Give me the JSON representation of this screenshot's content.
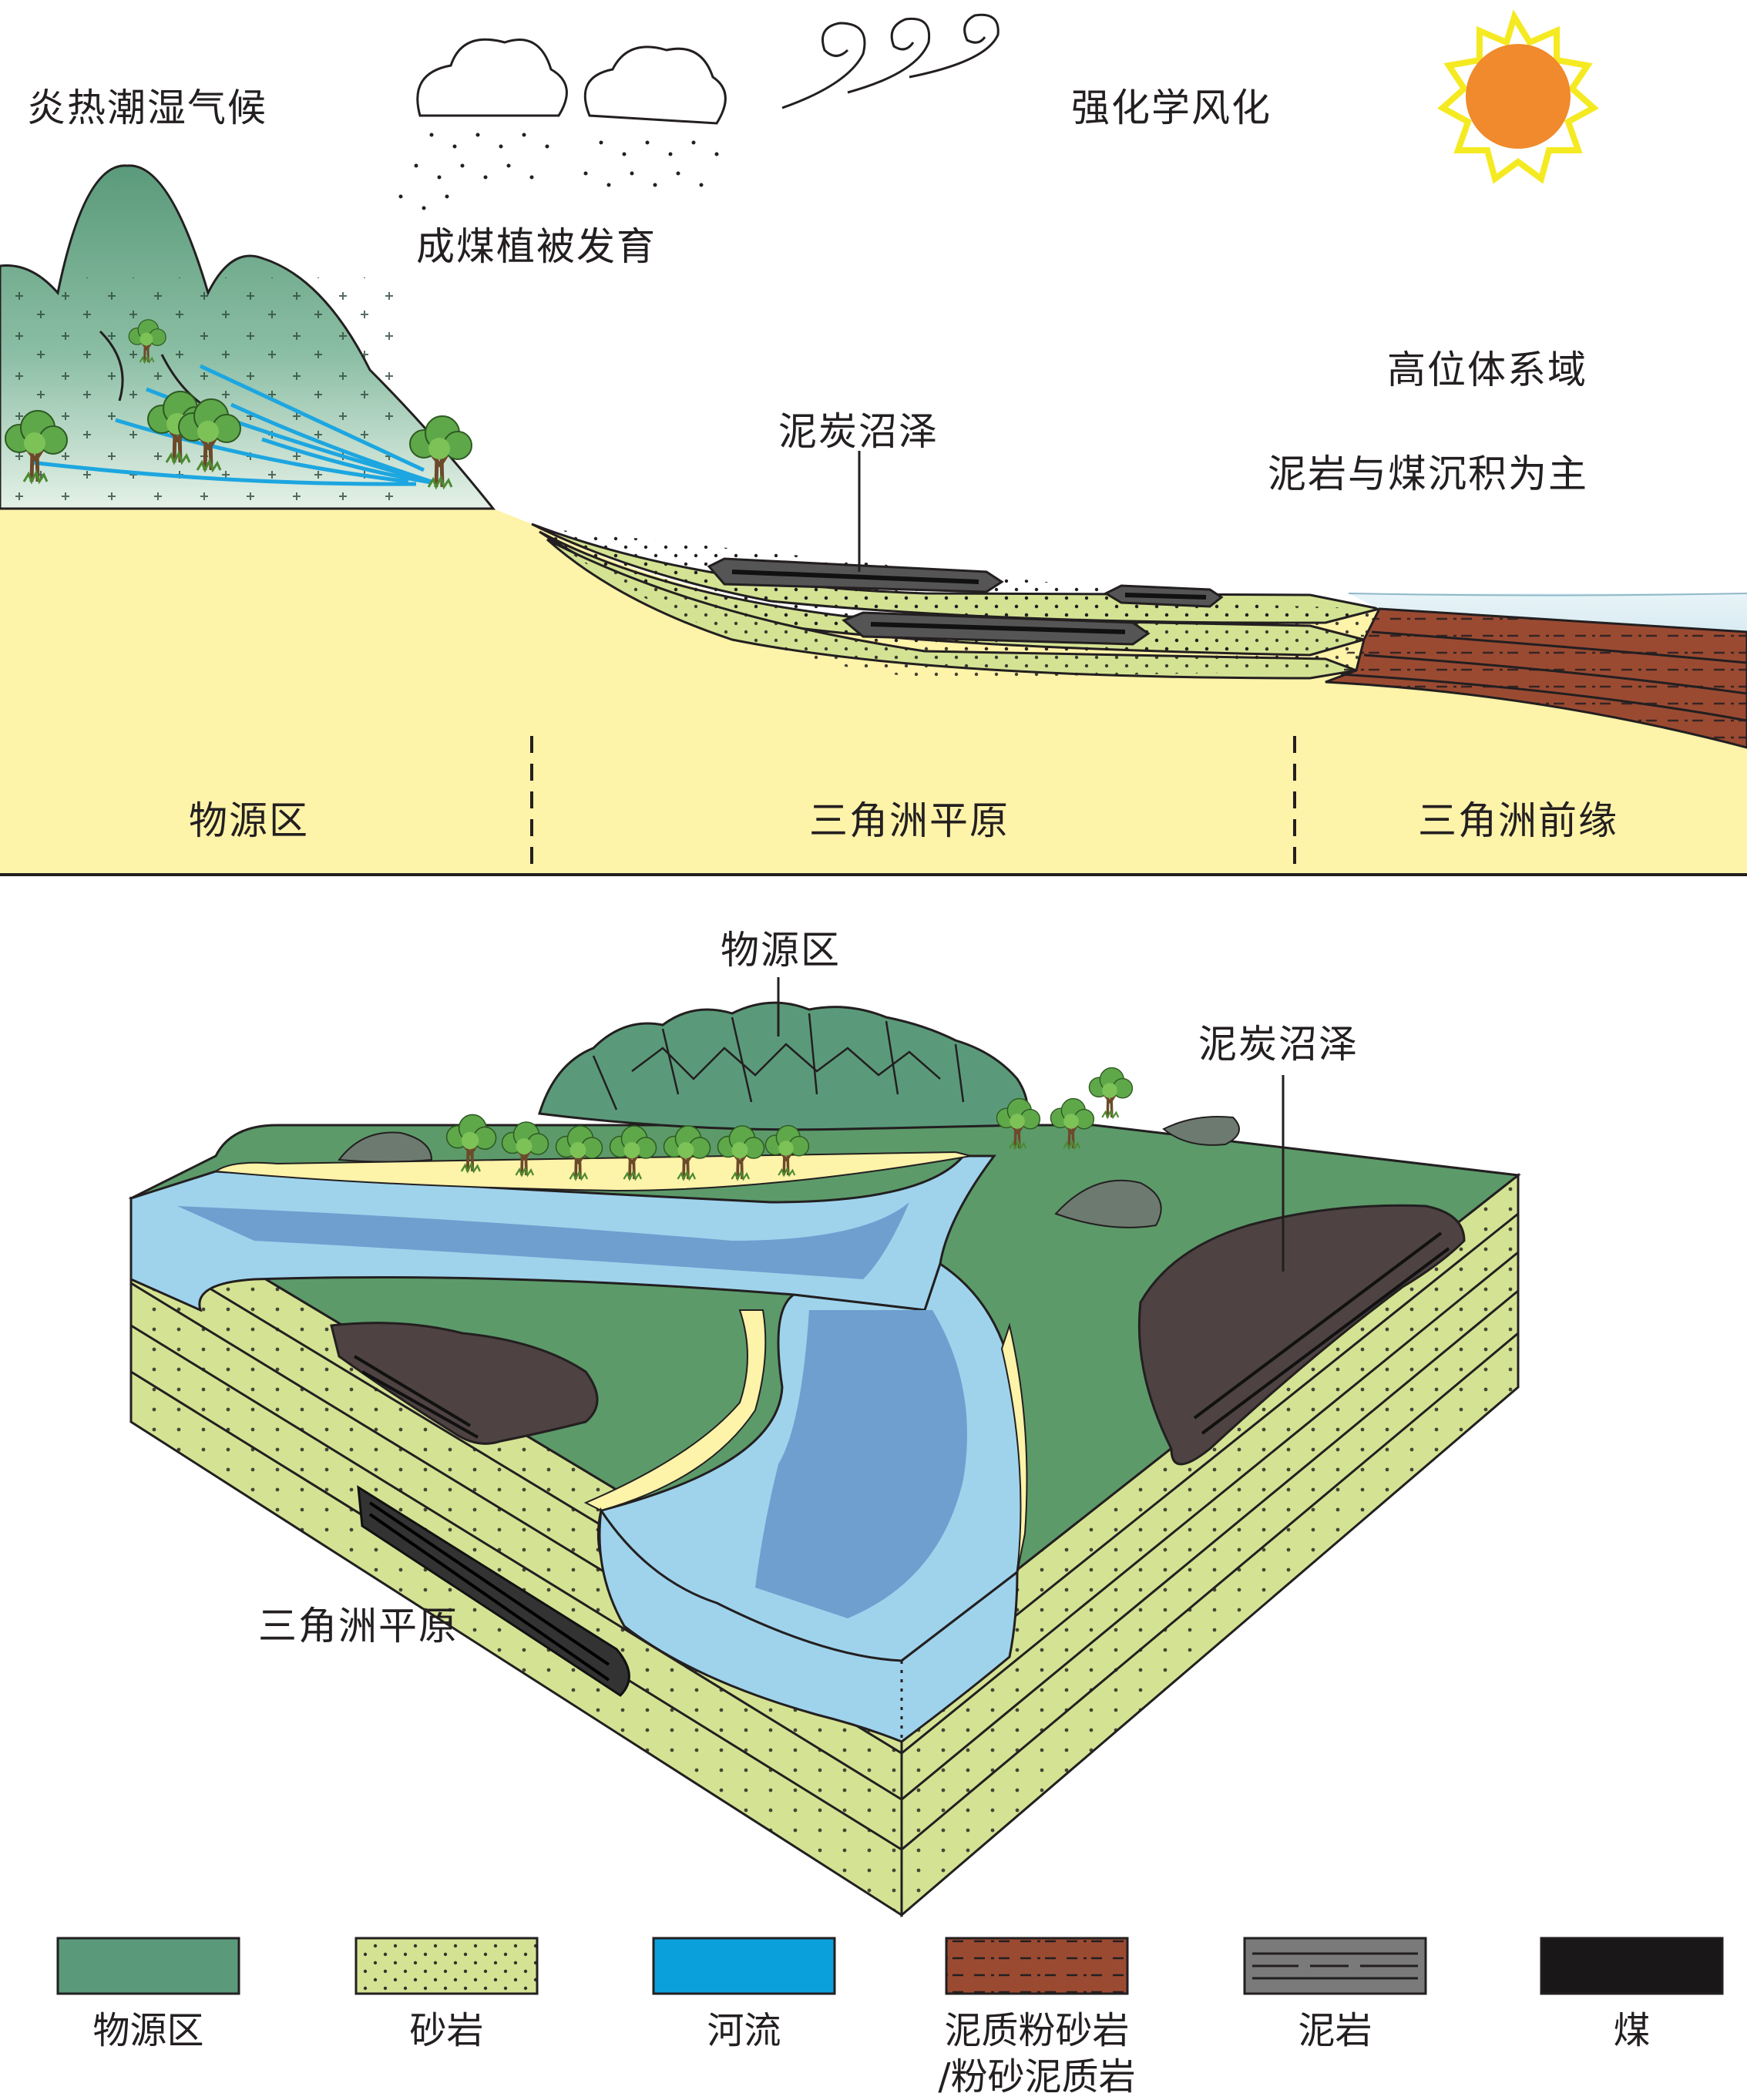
{
  "upper_section": {
    "climate_label": "炎热潮湿气候",
    "vegetation_label": "成煤植被发育",
    "weathering_label": "强化学风化",
    "systems_tract_label": "高位体系域",
    "deposition_label": "泥岩与煤沉积为主",
    "peat_swamp_label": "泥炭沼泽",
    "zones": [
      "物源区",
      "三角洲平原",
      "三角洲前缘"
    ]
  },
  "block_diagram": {
    "source_label": "物源区",
    "peat_swamp_label": "泥炭沼泽",
    "delta_plain_label": "三角洲平原"
  },
  "legend": [
    {
      "label": "物源区",
      "pattern": "source-area",
      "color": "#5a9a7a"
    },
    {
      "label": "砂岩",
      "pattern": "sandstone",
      "color": "#d4e393"
    },
    {
      "label": "河流",
      "pattern": "river",
      "color": "#0aa0dc"
    },
    {
      "label": "泥质粉砂岩",
      "label2": "/粉砂泥质岩",
      "pattern": "muddy-siltstone",
      "color": "#9b4a32"
    },
    {
      "label": "泥岩",
      "pattern": "mudstone",
      "color": "#7a7a7a"
    },
    {
      "label": "煤",
      "pattern": "coal",
      "color": "#1a1718"
    }
  ],
  "colors": {
    "ground": "#fdf3a9",
    "mountain": "#5a9a7a",
    "sand": "#d4e393",
    "river_light": "#9fd3ec",
    "river_dark": "#6f9fcf",
    "plain_green": "#5c9a6a",
    "peat": "#4e4242",
    "mudrock": "#9b4a32",
    "sun": "#f08a2c",
    "sun_ray": "#f5ea22",
    "sea": "#e6f3f7"
  }
}
